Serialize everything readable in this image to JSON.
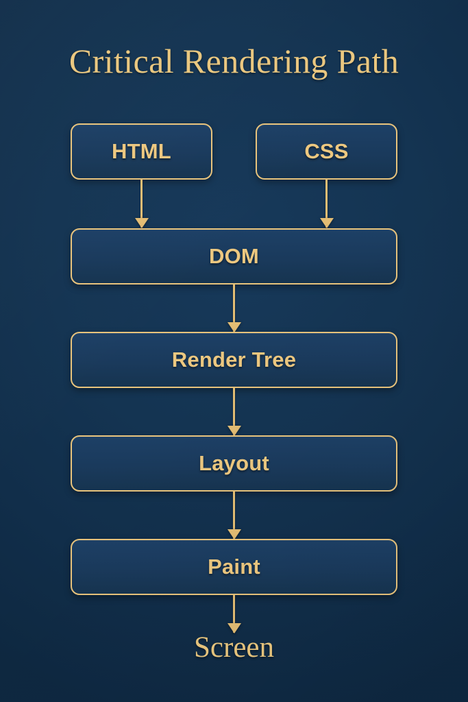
{
  "diagram": {
    "title": "Critical Rendering Path",
    "background_color": "#12304e",
    "accent_color": "#e9c47c",
    "node_fill_color": "#1a3a5c",
    "nodes": [
      {
        "id": "html",
        "label": "HTML",
        "shape": "rounded-rect",
        "width": "half",
        "row": 1
      },
      {
        "id": "css",
        "label": "CSS",
        "shape": "rounded-rect",
        "width": "half",
        "row": 1
      },
      {
        "id": "dom",
        "label": "DOM",
        "shape": "rounded-rect",
        "width": "full",
        "row": 2
      },
      {
        "id": "render_tree",
        "label": "Render Tree",
        "shape": "rounded-rect",
        "width": "full",
        "row": 3
      },
      {
        "id": "layout",
        "label": "Layout",
        "shape": "rounded-rect",
        "width": "full",
        "row": 4
      },
      {
        "id": "paint",
        "label": "Paint",
        "shape": "rounded-rect",
        "width": "full",
        "row": 5
      }
    ],
    "terminal": {
      "id": "screen",
      "label": "Screen",
      "shape": "text"
    },
    "edges": [
      {
        "from": "html",
        "to": "dom",
        "style": "arrow-down"
      },
      {
        "from": "css",
        "to": "dom",
        "style": "arrow-down"
      },
      {
        "from": "dom",
        "to": "render_tree",
        "style": "arrow-down"
      },
      {
        "from": "render_tree",
        "to": "layout",
        "style": "arrow-down"
      },
      {
        "from": "layout",
        "to": "paint",
        "style": "arrow-down"
      },
      {
        "from": "paint",
        "to": "screen",
        "style": "arrow-down"
      }
    ]
  }
}
